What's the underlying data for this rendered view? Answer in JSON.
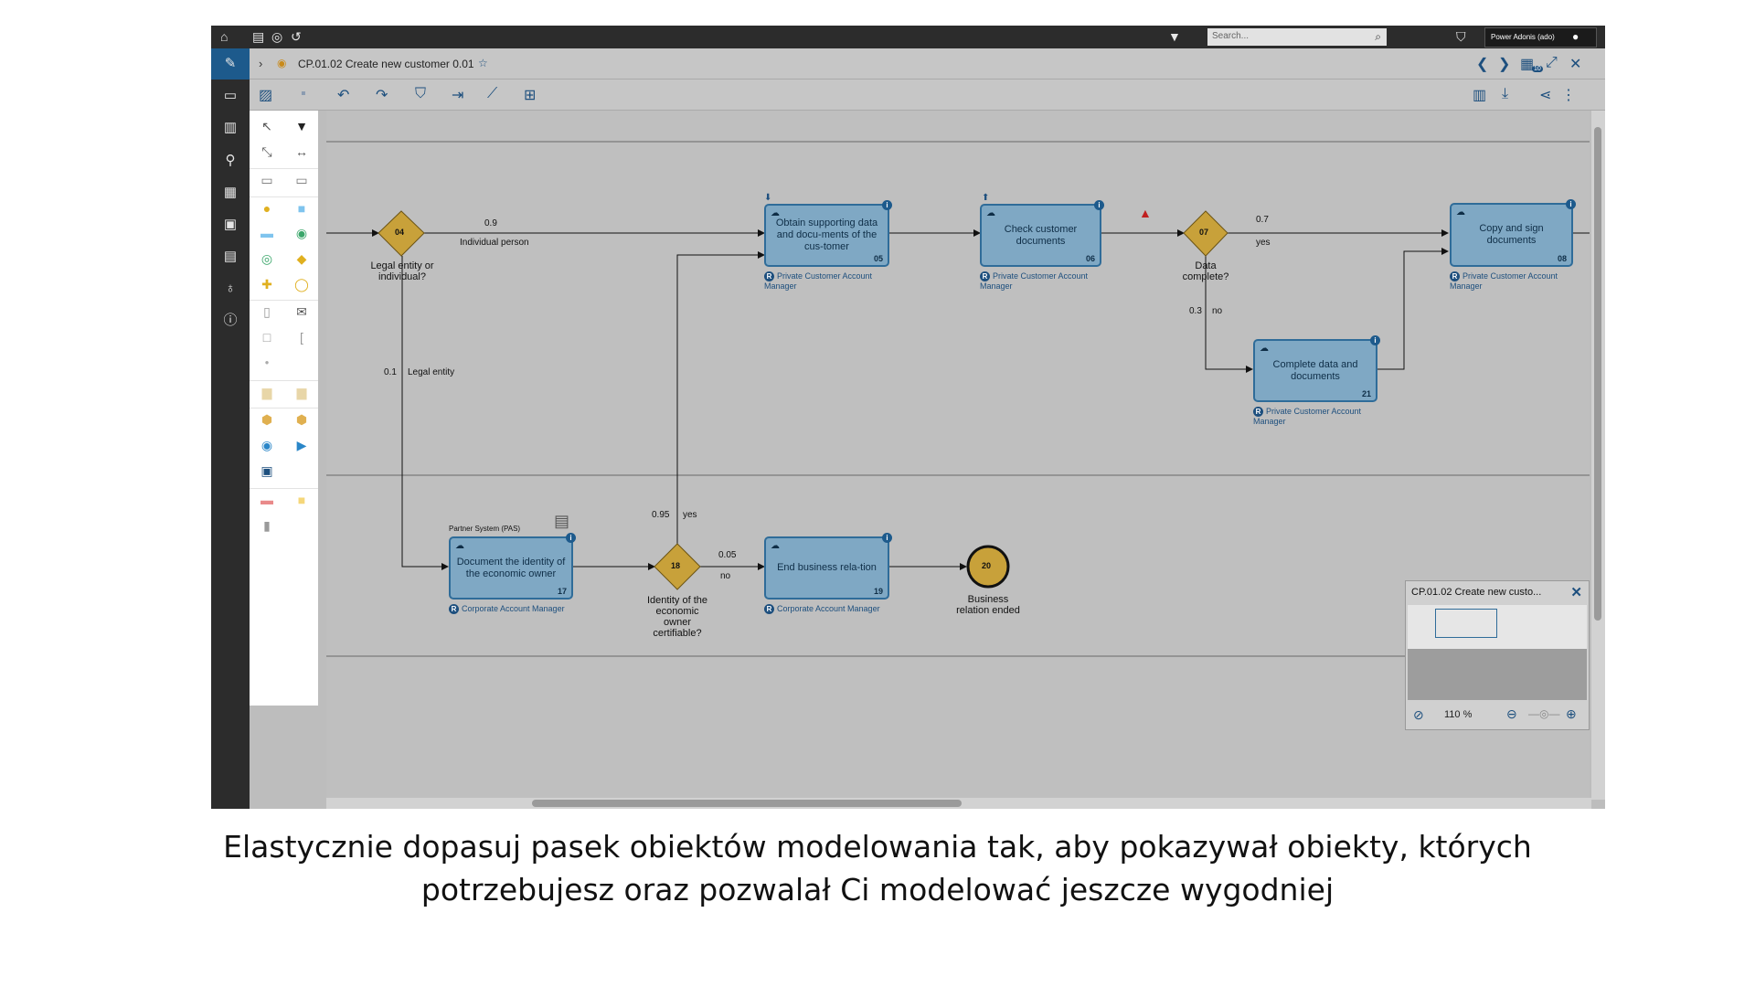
{
  "topbar": {
    "search_placeholder": "Search...",
    "user_label": "Power Adonis (ado)",
    "icons": [
      "home-icon",
      "document-icon",
      "global-search-icon",
      "history-icon",
      "filter-icon",
      "search-icon",
      "shield-icon",
      "user-icon"
    ]
  },
  "leftrail": {
    "icons": [
      "pencil-icon",
      "monitor-icon",
      "book-icon",
      "search-icon",
      "table-icon",
      "id-card-icon",
      "report-icon",
      "lightbulb-icon",
      "info-icon"
    ]
  },
  "titlebar": {
    "model_title": "CP.01.02 Create new customer 0.01",
    "badge_count": "10"
  },
  "toolbar": {
    "icons": [
      "image-icon",
      "save-icon",
      "undo-icon",
      "redo-icon",
      "shield-check-icon",
      "export-icon",
      "chart-icon",
      "present-icon",
      "book-icon",
      "download-icon",
      "share-icon",
      "more-icon"
    ]
  },
  "diagram": {
    "gateway_04": {
      "num": "04",
      "label": "Legal entity or individual?"
    },
    "gateway_07": {
      "num": "07",
      "label": "Data complete?"
    },
    "gateway_18": {
      "num": "18",
      "label": "Identity of the economic owner certifiable?"
    },
    "end_20": {
      "num": "20",
      "label": "Business relation ended"
    },
    "task_05": {
      "label": "Obtain supporting data and docu-ments of the cus-tomer",
      "num": "05",
      "role": "Private Customer Account Manager"
    },
    "task_06": {
      "label": "Check customer documents",
      "num": "06",
      "role": "Private Customer Account Manager"
    },
    "task_08": {
      "label": "Copy and sign documents",
      "num": "08",
      "role": "Private Customer Account Manager"
    },
    "task_21": {
      "label": "Complete data and documents",
      "num": "21",
      "role": "Private Customer Account Manager"
    },
    "task_17": {
      "label": "Document the identity of the economic owner",
      "num": "17",
      "role": "Corporate Account Manager",
      "system": "Partner System (PAS)"
    },
    "task_19": {
      "label": "End business rela-tion",
      "num": "19",
      "role": "Corporate Account Manager"
    },
    "edges": {
      "p09": "0.9",
      "individual": "Individual person",
      "p01": "0.1",
      "legal": "Legal entity",
      "p07": "0.7",
      "yes1": "yes",
      "p03": "0.3",
      "no1": "no",
      "p095": "0.95",
      "yes2": "yes",
      "p005": "0.05",
      "no2": "no"
    }
  },
  "navigator": {
    "title": "CP.01.02 Create new custo...",
    "zoom": "110 %"
  },
  "caption": {
    "line1": "Elastycznie dopasuj pasek obiektów modelowania tak, aby pokazywał obiekty, których",
    "line2": "potrzebujesz oraz pozwalał Ci modelować jeszcze wygodniej"
  }
}
